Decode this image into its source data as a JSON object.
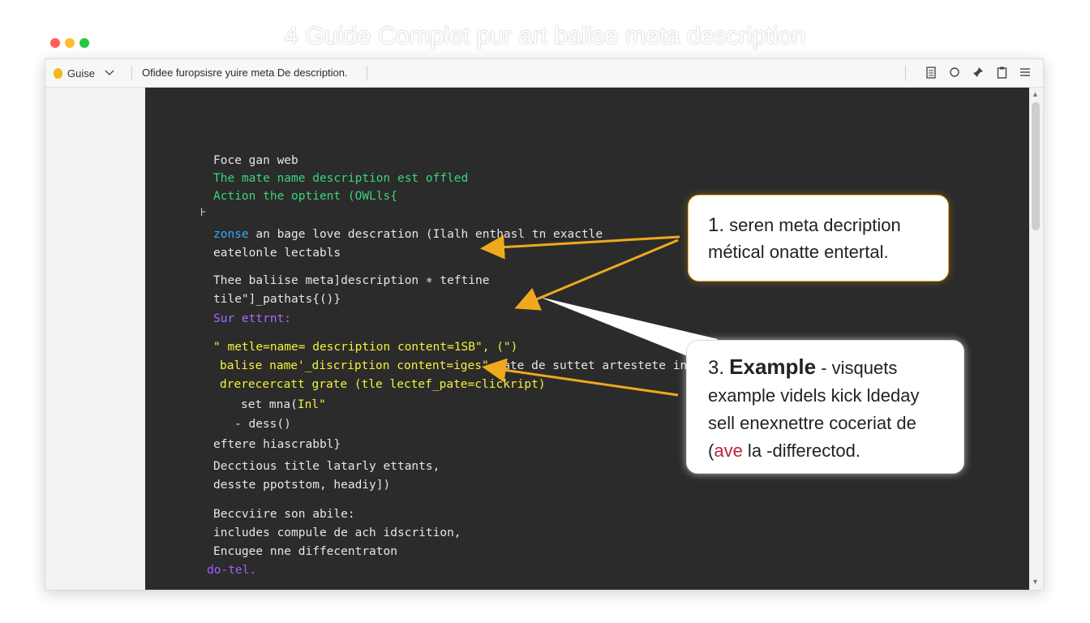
{
  "page_title": "4 Guide Complet pur art balise meta description",
  "window_controls": {
    "close_color": "#ff5f57",
    "minimize_color": "#febc2e",
    "zoom_color": "#28c840"
  },
  "toolbar": {
    "tab_label": "Guise",
    "address_text": "Ofidee furopsisre yuire meta De description.",
    "icons": [
      "document-icon",
      "circle-icon",
      "pin-icon",
      "clipboard-icon",
      "menu-icon"
    ]
  },
  "editor": {
    "caret_glyph": "⊦",
    "lines": [
      {
        "text": "Foce gan web",
        "color": "#e6e6e6"
      },
      {
        "text": "The mate name description est offled",
        "color": "#39d67a"
      },
      {
        "text": "Action the optient (OWLls{",
        "color": "#39d67a"
      },
      {
        "text": "zonse",
        "color": "#35a8ff",
        "rest": " an bage love descration (Ilalh enthasl tn exactle",
        "rest_color": "#e6e6e6"
      },
      {
        "text": "eatelonle lectabls",
        "color": "#e6e6e6"
      },
      {
        "text": "Thee baliise meta]description ∗ teftine",
        "color": "#e6e6e6"
      },
      {
        "text": "tile\"]_pathats{()}",
        "color": "#e6e6e6"
      },
      {
        "text": "Sur ettrnt:",
        "color": "#a86bff"
      },
      {
        "text": "\" metle=name= description content=1SB\", (\")",
        "color": "#f3f33a"
      },
      {
        "text": "balise name'_discription content=iges\".",
        "color": "#f3f33a",
        "rest": "ate de suttet artestete infl)",
        "rest_color": "#e6e6e6"
      },
      {
        "text": "drerecercatt grate (tle lectef_pate=clickript)",
        "color": "#f3f33a"
      },
      {
        "text": "set mna(",
        "color": "#e6e6e6",
        "rest": "Inl\"",
        "rest_color": "#f3f33a"
      },
      {
        "text": "- dess()",
        "color": "#e6e6e6"
      },
      {
        "text": "eftere hiascrabbl}",
        "color": "#e6e6e6"
      },
      {
        "text": "Decctious title latarly ettants,",
        "color": "#e6e6e6"
      },
      {
        "text": "desste ppotstom, headiy])",
        "color": "#e6e6e6"
      },
      {
        "text": "Beccviire son abile:",
        "color": "#e6e6e6"
      },
      {
        "text": "includes compule de ach idscrition,",
        "color": "#e6e6e6"
      },
      {
        "text": "Encugee nne diffecentraton",
        "color": "#e6e6e6"
      },
      {
        "text": "do-tel.",
        "color": "#a15cff"
      }
    ]
  },
  "callouts": [
    {
      "number": "1.",
      "line1": "seren meta decription",
      "line2": "métical onatte entertal."
    },
    {
      "number": "3.",
      "heading": "Example",
      "line1_rest": " - visquets",
      "line2": "example videls kick ldeday",
      "line3": "sell enexnettre coceriat de",
      "line4_pre": "(",
      "line4_red": "ave",
      "line4_post": " la -differectod."
    }
  ],
  "accent_color": "#f0a81e"
}
